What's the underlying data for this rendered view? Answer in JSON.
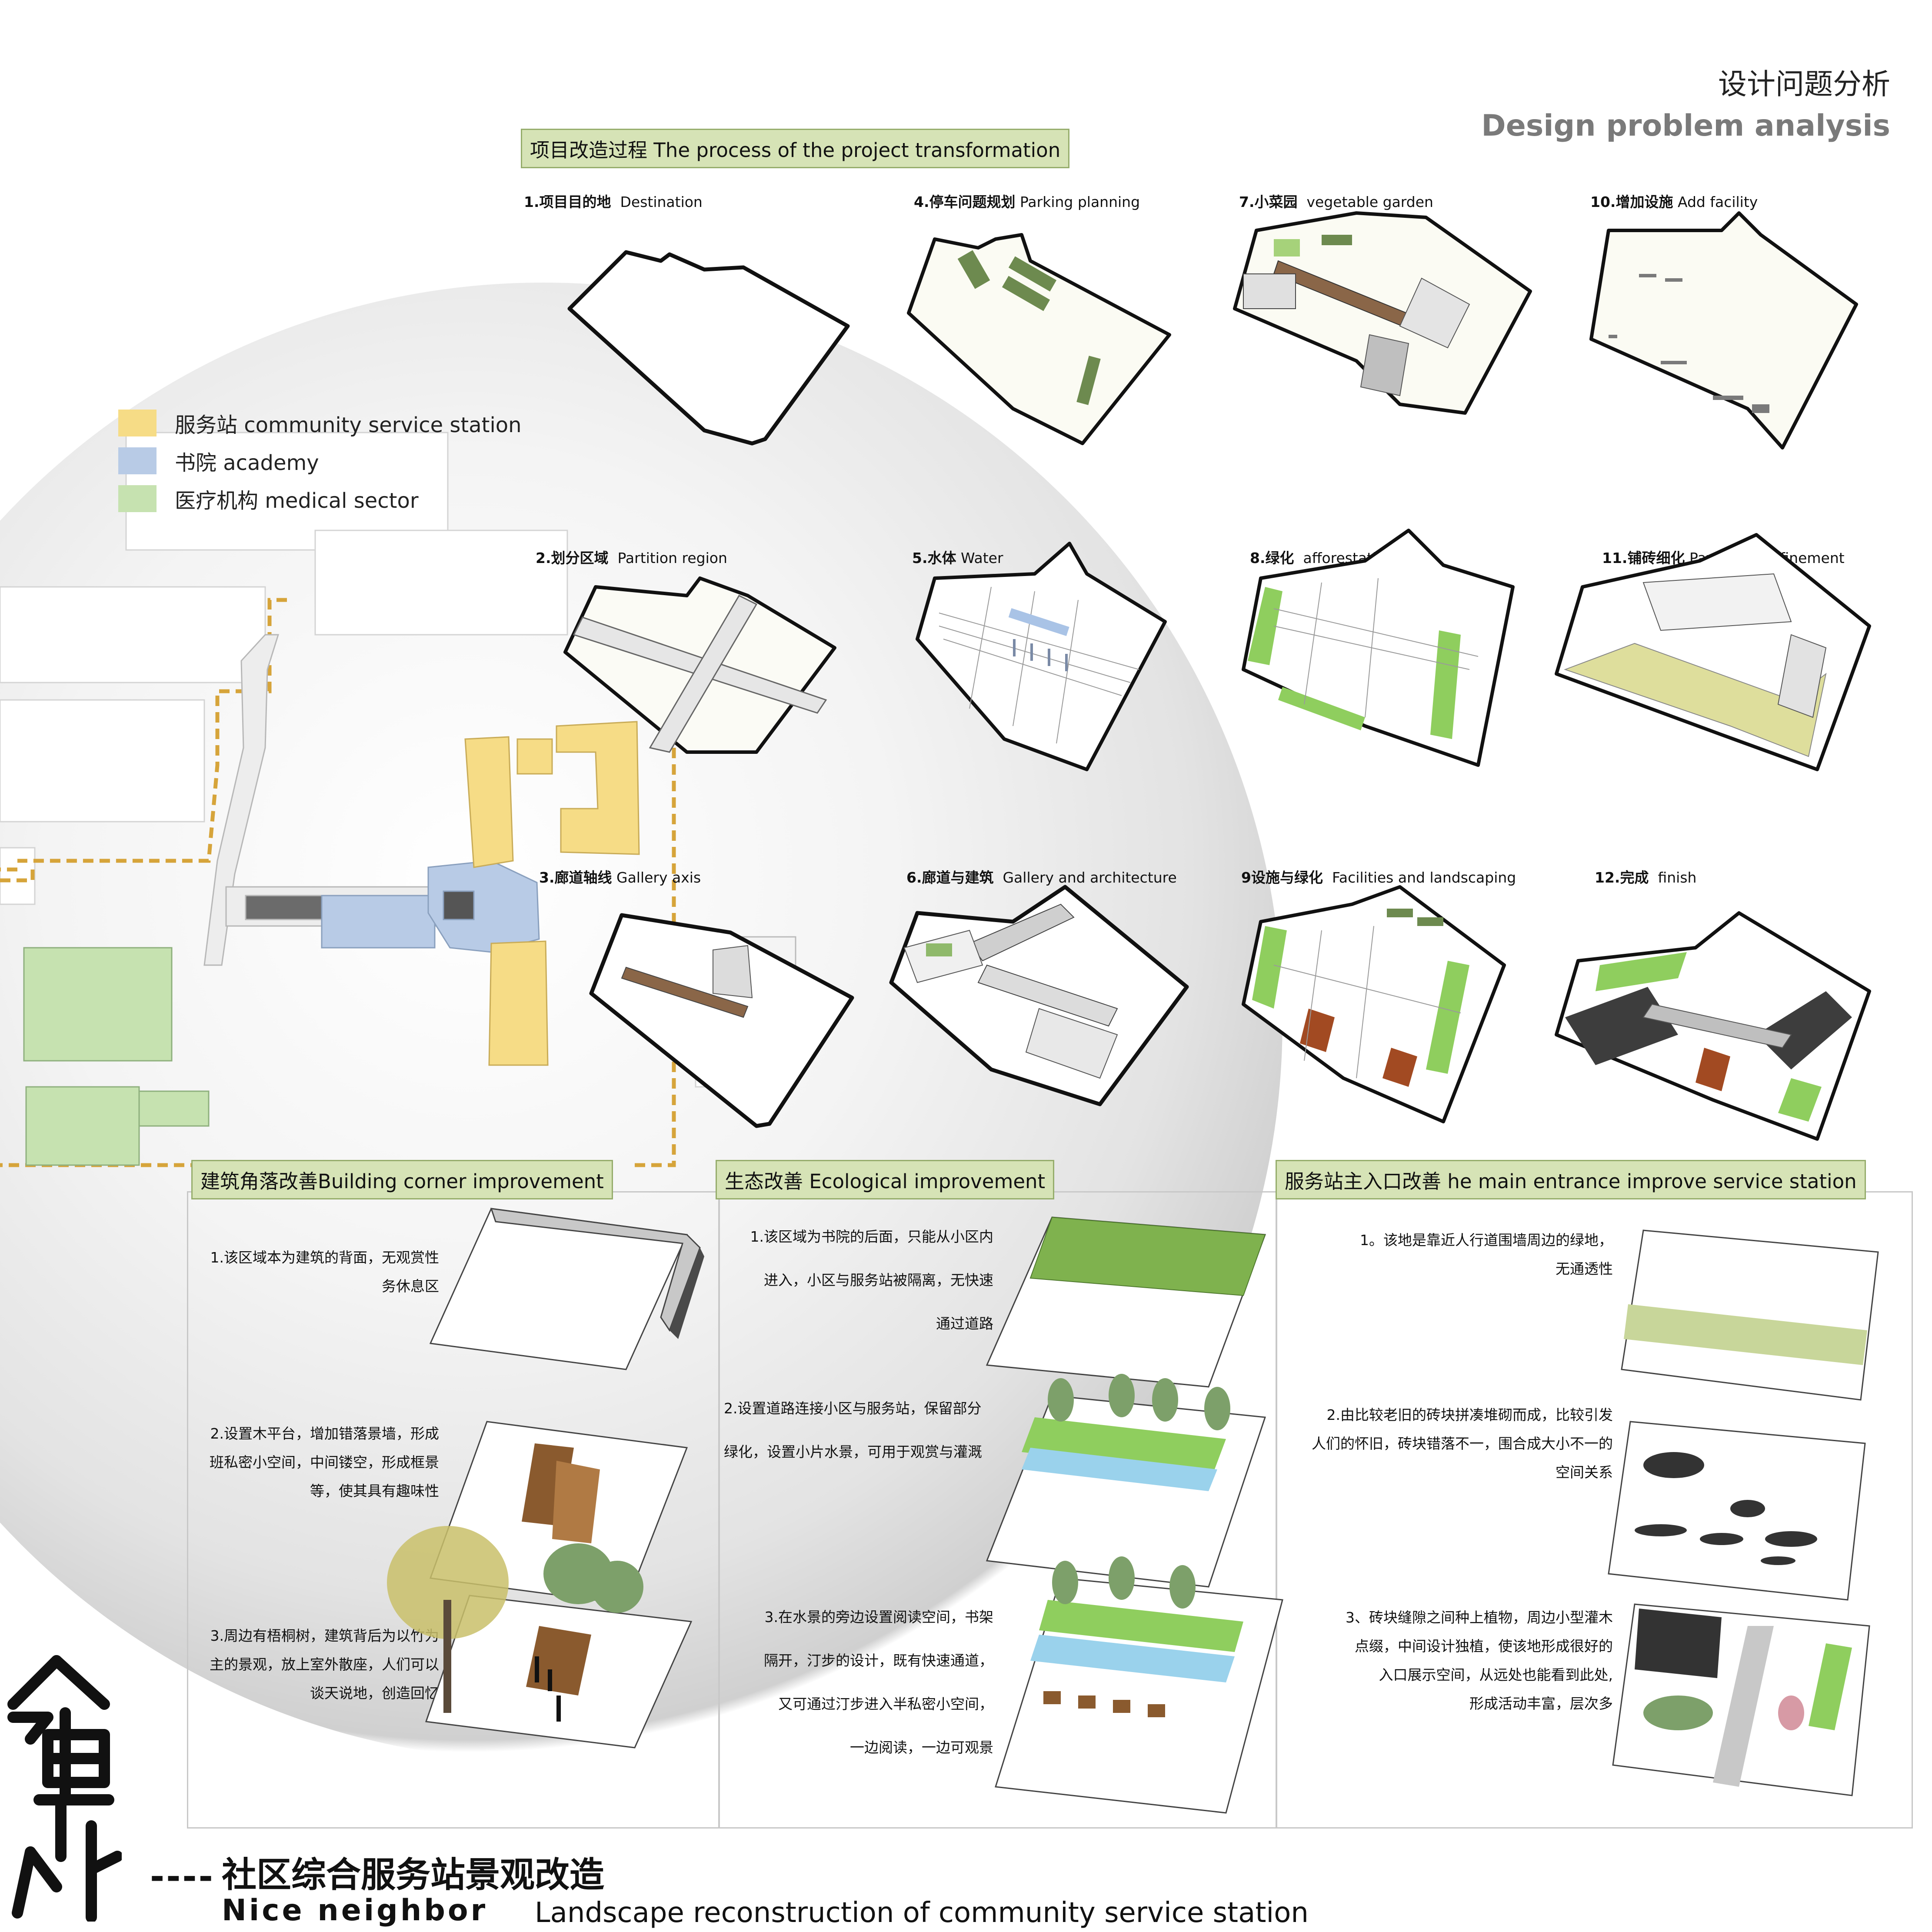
{
  "header": {
    "title_cn": "设计问题分析",
    "title_en": "Design problem analysis"
  },
  "process": {
    "label": "项目改造过程 The process of the project transformation",
    "steps": [
      {
        "num_cn": "1.项目目的地",
        "en": "Destination"
      },
      {
        "num_cn": "2.划分区域",
        "en": "Partition region"
      },
      {
        "num_cn": "3.廊道轴线",
        "en": "Gallery axis"
      },
      {
        "num_cn": "4.停车问题规划",
        "en": "Parking planning"
      },
      {
        "num_cn": "5.水体",
        "en": "Water"
      },
      {
        "num_cn": "6.廊道与建筑",
        "en": "Gallery and architecture"
      },
      {
        "num_cn": "7.小菜园",
        "en": "vegetable garden"
      },
      {
        "num_cn": "8.绿化",
        "en": "afforestation"
      },
      {
        "num_cn": "9设施与绿化",
        "en": "Facilities and landscaping"
      },
      {
        "num_cn": "10.增加设施",
        "en": "Add facility"
      },
      {
        "num_cn": "11.铺砖细化",
        "en": "Pavement refinement"
      },
      {
        "num_cn": "12.完成",
        "en": "finish"
      }
    ]
  },
  "legend": [
    {
      "label": "服务站 community service station",
      "color": "#f6dc86"
    },
    {
      "label": "书院 academy",
      "color": "#b8cbe6"
    },
    {
      "label": "医疗机构 medical sector",
      "color": "#c6e2b0"
    }
  ],
  "panels": {
    "corner": {
      "label": "建筑角落改善Building corner improvement",
      "notes": [
        "1.该区域本为建筑的背面，无观赏性\n务休息区",
        "2.设置木平台，增加错落景墙，形成\n班私密小空间，中间镂空，形成框景\n等，使其具有趣味性",
        "3.周边有梧桐树，建筑背后为以竹为\n主的景观，放上室外散座，人们可以\n谈天说地，创造回忆"
      ]
    },
    "eco": {
      "label": "生态改善 Ecological improvement",
      "notes": [
        "1.该区域为书院的后面，只能从小区内\n进入，小区与服务站被隔离，无快速\n通过道路",
        "2.设置道路连接小区与服务站，保留部分\n绿化，设置小片水景，可用于观赏与灌溉",
        "3.在水景的旁边设置阅读空间，书架\n隔开，汀步的设计，既有快速通道，\n又可通过汀步进入半私密小空间，\n一边阅读，一边可观景"
      ]
    },
    "entrance": {
      "label": "服务站主入口改善 he main entrance improve service station",
      "notes": [
        "1。该地是靠近人行道围墙周边的绿地，\n无通透性",
        "2.由比较老旧的砖块拼凑堆砌而成，比较引发\n人们的怀旧，砖块错落不一，围合成大小不一的\n空间关系",
        "3、砖块缝隙之间种上植物，周边小型灌木\n点缀，中间设计独植，使该地形成很好的\n入口展示空间，从远处也能看到此处,\n形成活动丰富，层次多"
      ]
    }
  },
  "footer": {
    "dash": "----",
    "title_cn": "社区综合服务站景观改造",
    "brand_en": "Nice  neighbor",
    "subtitle_en": "Landscape reconstruction of community service station"
  }
}
